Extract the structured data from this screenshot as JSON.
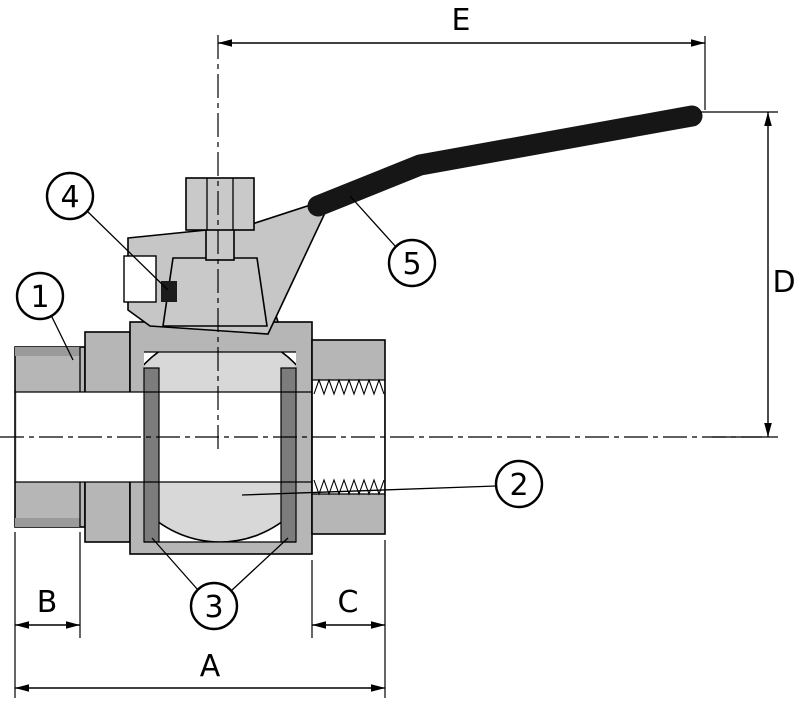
{
  "dimensions": {
    "a": "A",
    "b": "B",
    "c": "C",
    "d": "D",
    "e": "E"
  },
  "callouts": [
    "1",
    "2",
    "3",
    "4",
    "5"
  ],
  "colors": {
    "line": "#000000",
    "background": "#ffffff",
    "handle": "#161616",
    "body_gray": "#b6b6b6",
    "flag_gray": "#c6c6c6",
    "ball_gray": "#d8d8d8",
    "seat_gray": "#7c7c7c",
    "shade_gray": "#9a9a9a"
  }
}
